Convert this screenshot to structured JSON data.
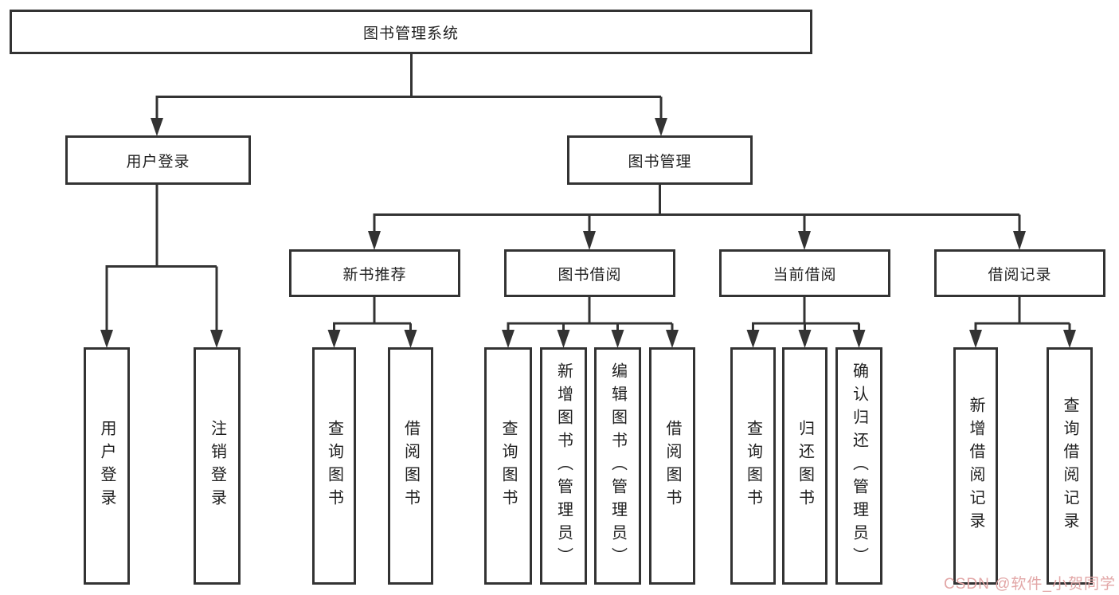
{
  "colors": {
    "line": "#333333",
    "text": "#1f1f1f",
    "watermark": "#e2a6a6",
    "background": "#ffffff"
  },
  "diagram": {
    "root": "图书管理系统",
    "level2": [
      "用户登录",
      "图书管理"
    ],
    "level3": [
      "新书推荐",
      "图书借阅",
      "当前借阅",
      "借阅记录"
    ],
    "leaves_login": [
      "用户登录",
      "注销登录"
    ],
    "leaves_recommend": [
      "查询图书",
      "借阅图书"
    ],
    "leaves_borrow": [
      "查询图书",
      "新增图书（管理员）",
      "编辑图书（管理员）",
      "借阅图书"
    ],
    "leaves_current": [
      "查询图书",
      "归还图书",
      "确认归还（管理员）"
    ],
    "leaves_records": [
      "新增借阅记录",
      "查询借阅记录"
    ]
  },
  "watermark": {
    "text": "CSDN @软件_小贺同学"
  }
}
